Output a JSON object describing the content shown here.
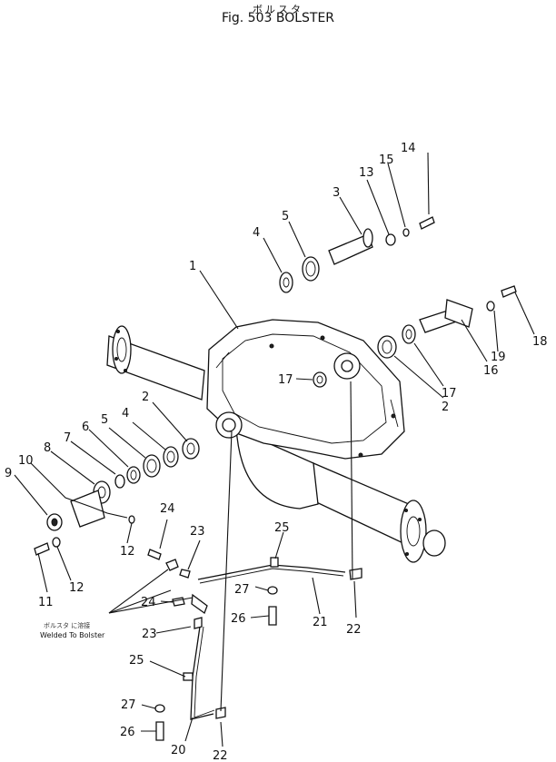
{
  "header": {
    "japanese_title": "ボルスタ",
    "figure_title": "Fig. 503 BOLSTER"
  },
  "note": {
    "japanese": "ボルスタ に溶接",
    "english": "Welded To Bolster"
  },
  "callouts": {
    "c1": "1",
    "c2a": "2",
    "c2b": "2",
    "c3": "3",
    "c4a": "4",
    "c4b": "4",
    "c5a": "5",
    "c5b": "5",
    "c6": "6",
    "c7": "7",
    "c8": "8",
    "c9": "9",
    "c10": "10",
    "c11": "11",
    "c12a": "12",
    "c12b": "12",
    "c13": "13",
    "c14": "14",
    "c15": "15",
    "c16": "16",
    "c17a": "17",
    "c17b": "17",
    "c18": "18",
    "c19": "19",
    "c20": "20",
    "c21": "21",
    "c22a": "22",
    "c22b": "22",
    "c23a": "23",
    "c23b": "23",
    "c24a": "24",
    "c24b": "24",
    "c25a": "25",
    "c25b": "25",
    "c26a": "26",
    "c26b": "26",
    "c27a": "27",
    "c27b": "27"
  }
}
